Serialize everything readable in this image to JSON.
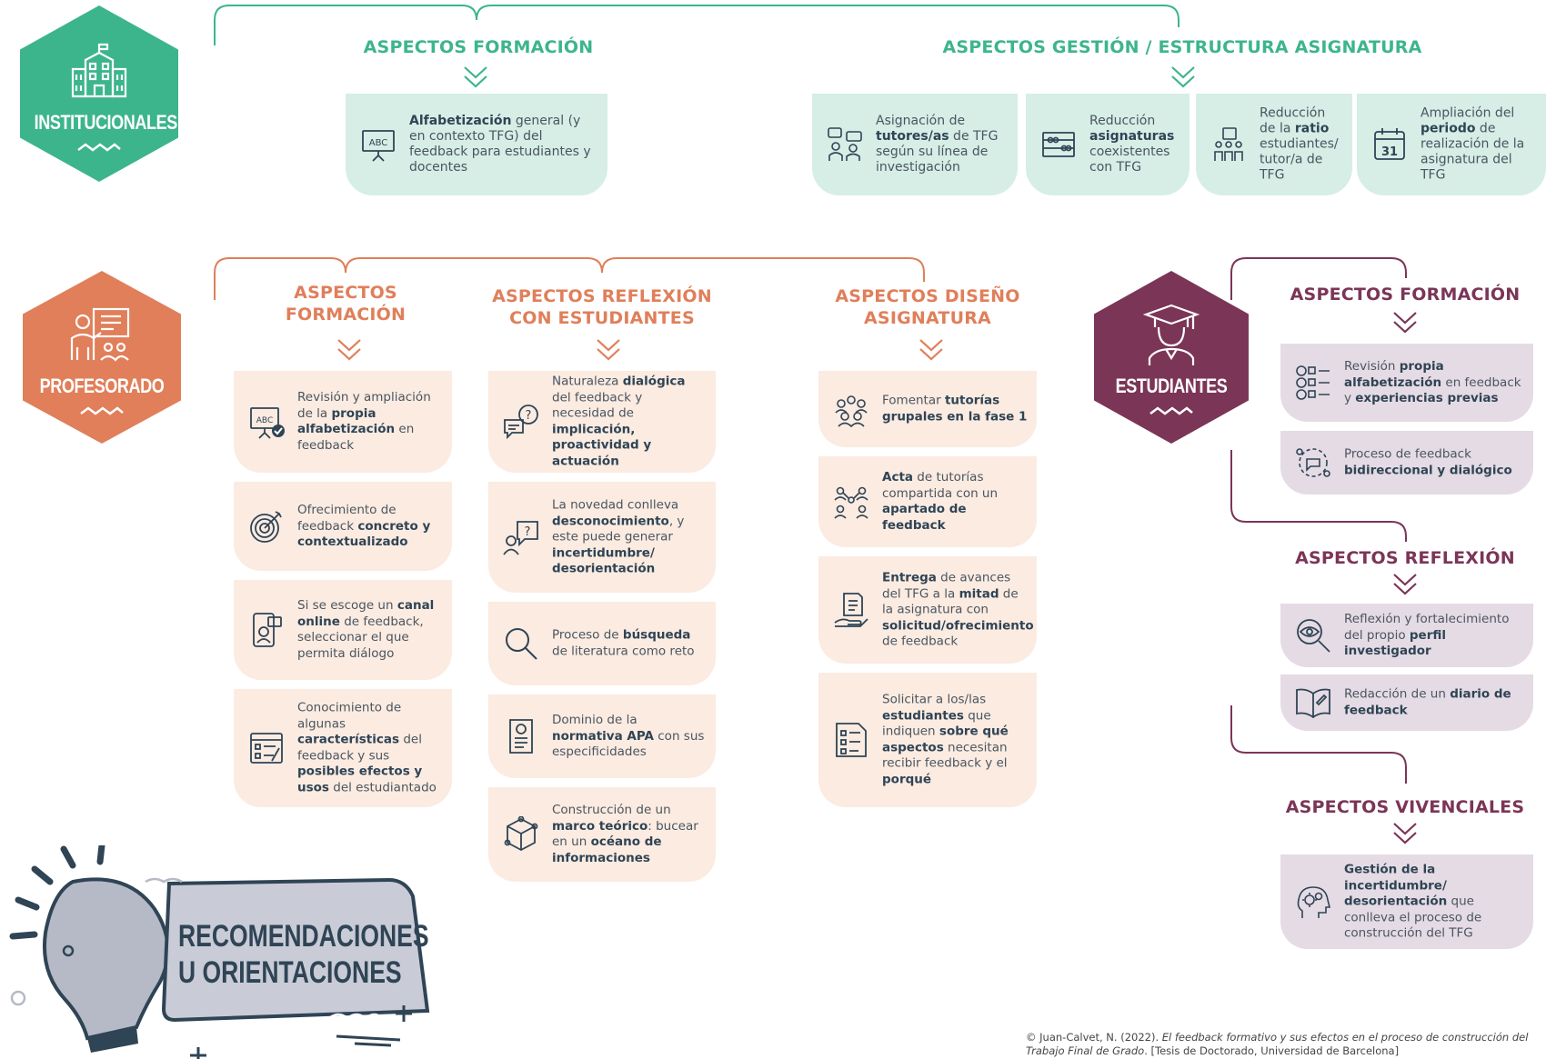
{
  "colors": {
    "green": "#3db58c",
    "orange": "#e07f5a",
    "purple": "#7b3557",
    "navy": "#2f4455"
  },
  "institucionales": {
    "label": "INSTITUCIONALES",
    "formacion": {
      "heading": "ASPECTOS FORMACIÓN",
      "card": [
        "Alfabetización",
        " general (y en contexto TFG) del feedback para estudiantes y docentes"
      ]
    },
    "gestion": {
      "heading": "ASPECTOS GESTIÓN / ESTRUCTURA ASIGNATURA",
      "cards": [
        [
          "Asignación de ",
          "tutores/as",
          " de TFG según su línea de investigación"
        ],
        [
          "Reducción ",
          "asignaturas",
          " coexistentes con TFG"
        ],
        [
          "Reducción de la ",
          "ratio",
          " estudiantes/ tutor/a de TFG"
        ],
        [
          "Ampliación del ",
          "periodo",
          " de realización de la asignatura del TFG"
        ]
      ],
      "calendar_day": "31"
    }
  },
  "profesorado": {
    "label": "PROFESORADO",
    "formacion": {
      "heading": [
        "ASPECTOS",
        "FORMACIÓN"
      ],
      "cards": [
        [
          "Revisión y ampliación de la ",
          "propia alfabetización",
          " en feedback"
        ],
        [
          "Ofrecimiento de feedback ",
          "concreto y contextualizado",
          ""
        ],
        [
          "Si se escoge un ",
          "canal online",
          " de feedback, seleccionar el que permita diálogo"
        ],
        [
          "Conocimiento de algunas ",
          "características",
          " del feedback y sus ",
          "posibles efectos y usos",
          " del estudiantado"
        ]
      ]
    },
    "reflexion": {
      "heading": [
        "ASPECTOS REFLEXIÓN",
        "CON ESTUDIANTES"
      ],
      "cards": [
        [
          "Naturaleza ",
          "dialógica",
          " del feedback y necesidad de ",
          "implicación, proactividad y actuación",
          ""
        ],
        [
          "La novedad conlleva ",
          "desconocimiento",
          ", y este puede generar ",
          "incertidumbre/ desorientación",
          ""
        ],
        [
          "Proceso de ",
          "búsqueda",
          " de literatura como reto"
        ],
        [
          "Dominio de la ",
          "normativa APA",
          " con sus especificidades"
        ],
        [
          "Construcción de un ",
          "marco teórico",
          ": bucear en un ",
          "océano de informaciones",
          ""
        ]
      ]
    },
    "diseno": {
      "heading": [
        "ASPECTOS DISEÑO",
        "ASIGNATURA"
      ],
      "cards": [
        [
          "Fomentar ",
          "tutorías grupales en la fase 1",
          ""
        ],
        [
          "",
          "Acta",
          " de tutorías compartida con un ",
          "apartado de feedback",
          ""
        ],
        [
          "",
          "Entrega",
          " de avances del TFG a la ",
          "mitad",
          " de la asignatura con ",
          "solicitud/ofrecimiento",
          " de feedback"
        ],
        [
          "Solicitar a los/las ",
          "estudiantes",
          " que indiquen ",
          "sobre qué aspectos",
          " necesitan recibir feedback y el ",
          "porqué",
          ""
        ]
      ]
    }
  },
  "estudiantes": {
    "label": "ESTUDIANTES",
    "formacion": {
      "heading": "ASPECTOS FORMACIÓN",
      "cards": [
        [
          "Revisión ",
          "propia alfabetización",
          " en feedback y ",
          "experiencias previas",
          ""
        ],
        [
          "Proceso de feedback ",
          "bidireccional y dialógico",
          ""
        ]
      ]
    },
    "reflexion": {
      "heading": "ASPECTOS REFLEXIÓN",
      "cards": [
        [
          "Reflexión y fortalecimiento del propio ",
          "perfil investigador",
          ""
        ],
        [
          "Redacción de un ",
          "diario de feedback",
          ""
        ]
      ]
    },
    "vivenciales": {
      "heading": "ASPECTOS VIVENCIALES",
      "cards": [
        [
          "",
          "Gestión de la incertidumbre/ desorientación",
          " que conlleva el proceso de construcción del TFG"
        ]
      ]
    }
  },
  "banner": {
    "line1": "RECOMENDACIONES",
    "line2": "U ORIENTACIONES"
  },
  "citation": {
    "author": "© Juan-Calvet, N. (2022). ",
    "title": "El feedback formativo y sus efectos en el proceso de construcción del Trabajo Final de Grado",
    "rest": ". [Tesis de Doctorado, Universidad de Barcelona]"
  }
}
